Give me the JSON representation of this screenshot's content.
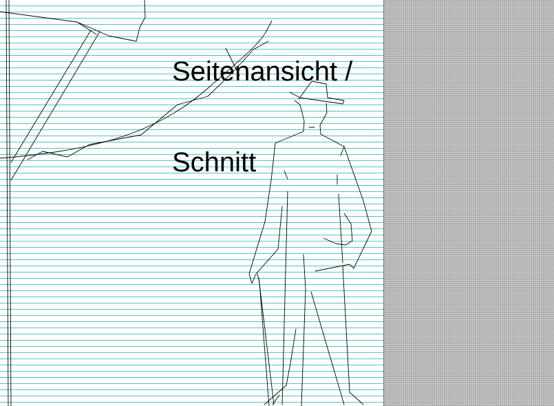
{
  "document": {
    "heading_line1": "Seitenansicht /",
    "heading_line2": "Schnitt"
  },
  "colors": {
    "paper": "#ffffff",
    "ruled_lines": "#4fc3c0",
    "pasteboard": "#c9c9c9",
    "ink": "#000000"
  },
  "icons": {
    "figure": "standing-man-with-hat-and-cane",
    "roof": "roof-outline"
  }
}
